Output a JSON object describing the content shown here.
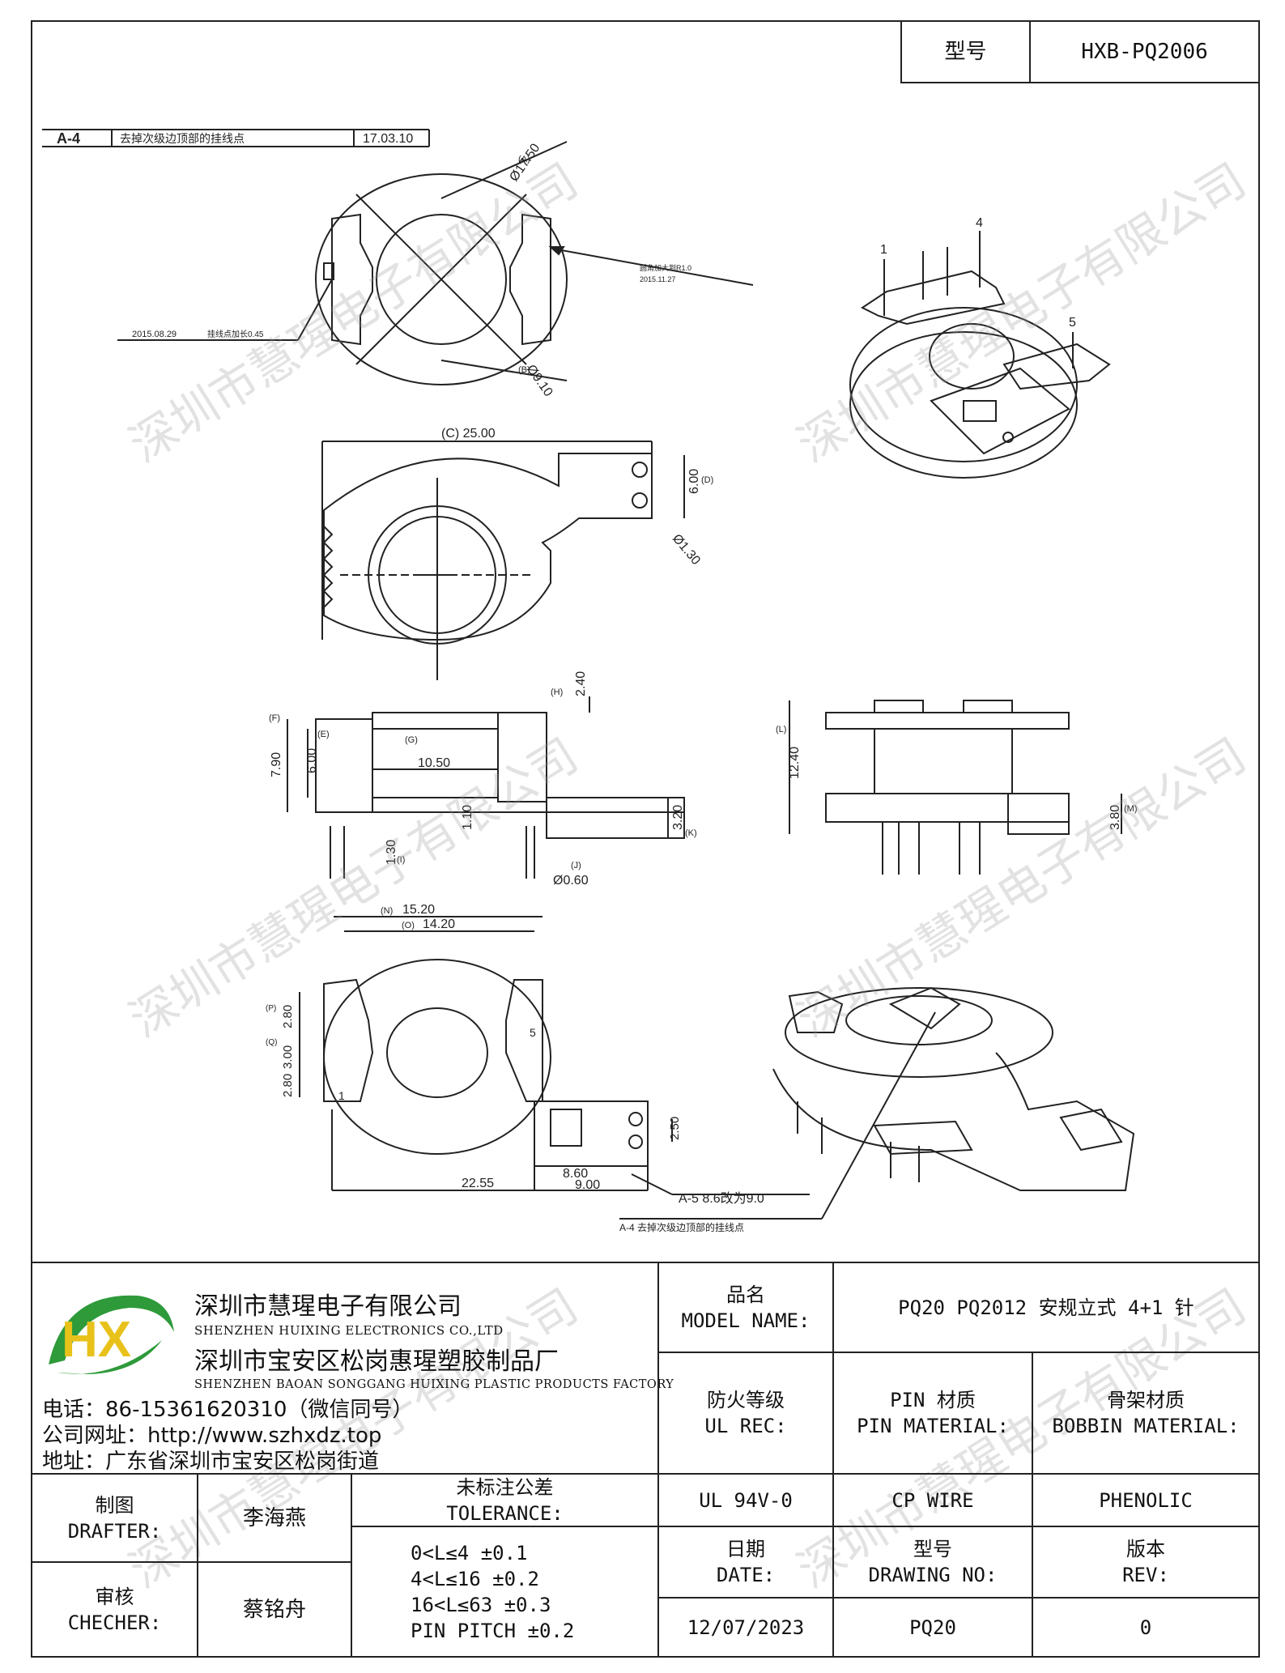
{
  "header": {
    "type_label": "型号",
    "type_value": "HXB-PQ2006"
  },
  "revision": {
    "a4_code": "A-4",
    "a4_text": "去掉次级边顶部的挂线点",
    "a4_date": "17.03.10",
    "a5_note": "A-5  8.6改为9.0",
    "a4_note": "A-4  去掉次级边顶部的挂线点",
    "note_2015a_date": "2015.08.29",
    "note_2015a_text": "挂线点加长0.45",
    "note_2015b_text": "圆角加大到R1.0",
    "note_2015b_date": "2015.11.27"
  },
  "dims": {
    "a": "(A)",
    "a_val": "Ø17.50",
    "b": "(B)",
    "b_val": "Ø9.10",
    "c": "(C) 25.00",
    "d": "(D)",
    "d_val": "6.00",
    "e_val": "Ø1.30",
    "f": "(F)",
    "f_val": "7.90",
    "e2": "(E)",
    "e2_val": "6.00",
    "g": "(G)",
    "g_val": "10.50",
    "h": "(H)",
    "h_val": "2.40",
    "i_val": "1.10",
    "j": "(J)",
    "j_val": "Ø0.60",
    "k": "(K)",
    "k_val": "3.20",
    "l_val": "1.30",
    "l": "(I)",
    "el": "(L)",
    "el_val": "12.40",
    "m": "(M)",
    "m_val": "3.80",
    "n": "(N)",
    "n_val": "15.20",
    "o": "(O)",
    "o_val": "14.20",
    "p": "(P)",
    "p_val": "2.80",
    "q": "(Q)",
    "q_val": "3.00",
    "r_val": "2.80",
    "s_val": "2.50",
    "t_val": "22.55",
    "u_val": "8.60",
    "v_val": "9.00",
    "pin1": "1",
    "pin4": "4",
    "pin5": "5",
    "b_pin1": "1",
    "b_pin5": "5"
  },
  "company": {
    "name_cn": "深圳市慧瑆电子有限公司",
    "name_en": "SHENZHEN HUIXING ELECTRONICS CO.,LTD",
    "factory_cn": "深圳市宝安区松岗惠瑆塑胶制品厂",
    "factory_en": "SHENZHEN BAOAN SONGGANG HUIXING PLASTIC PRODUCTS FACTORY",
    "phone": "电话：86-15361620310（微信同号）",
    "website": "公司网址：http://www.szhxdz.top",
    "address": "地址：广东省深圳市宝安区松岗街道",
    "logo_text": "HX"
  },
  "watermark": "深圳市慧瑆电子有限公司",
  "title_block": {
    "model_name_cn": "品名",
    "model_name_en": "MODEL NAME:",
    "model_name_value": "PQ20 PQ2012 安规立式 4+1 针",
    "ul_cn": "防火等级",
    "ul_en": "UL REC:",
    "pin_cn": "PIN 材质",
    "pin_en": "PIN MATERIAL:",
    "bobbin_cn": "骨架材质",
    "bobbin_en": "BOBBIN MATERIAL:",
    "ul_value": "UL 94V-0",
    "pin_value": "CP WIRE",
    "bobbin_value": "PHENOLIC",
    "drafter_cn": "制图",
    "drafter_en": "DRAFTER:",
    "drafter_value": "李海燕",
    "checker_cn": "审核",
    "checker_en": "CHECHER:",
    "checker_value": "蔡铭舟",
    "tol_cn": "未标注公差",
    "tol_en": "TOLERANCE:",
    "tol_1": "0<L≤4  ±0.1",
    "tol_2": "4<L≤16 ±0.2",
    "tol_3": "16<L≤63 ±0.3",
    "tol_4": "PIN PITCH ±0.2",
    "date_cn": "日期",
    "date_en": "DATE:",
    "date_value": "12/07/2023",
    "drawing_cn": "型号",
    "drawing_en": "DRAWING NO:",
    "drawing_value": "PQ20",
    "rev_cn": "版本",
    "rev_en": "REV:",
    "rev_value": "0"
  },
  "colors": {
    "logo_green": "#2e9a3a",
    "logo_yellow": "#e8c21a",
    "line": "#222222"
  }
}
